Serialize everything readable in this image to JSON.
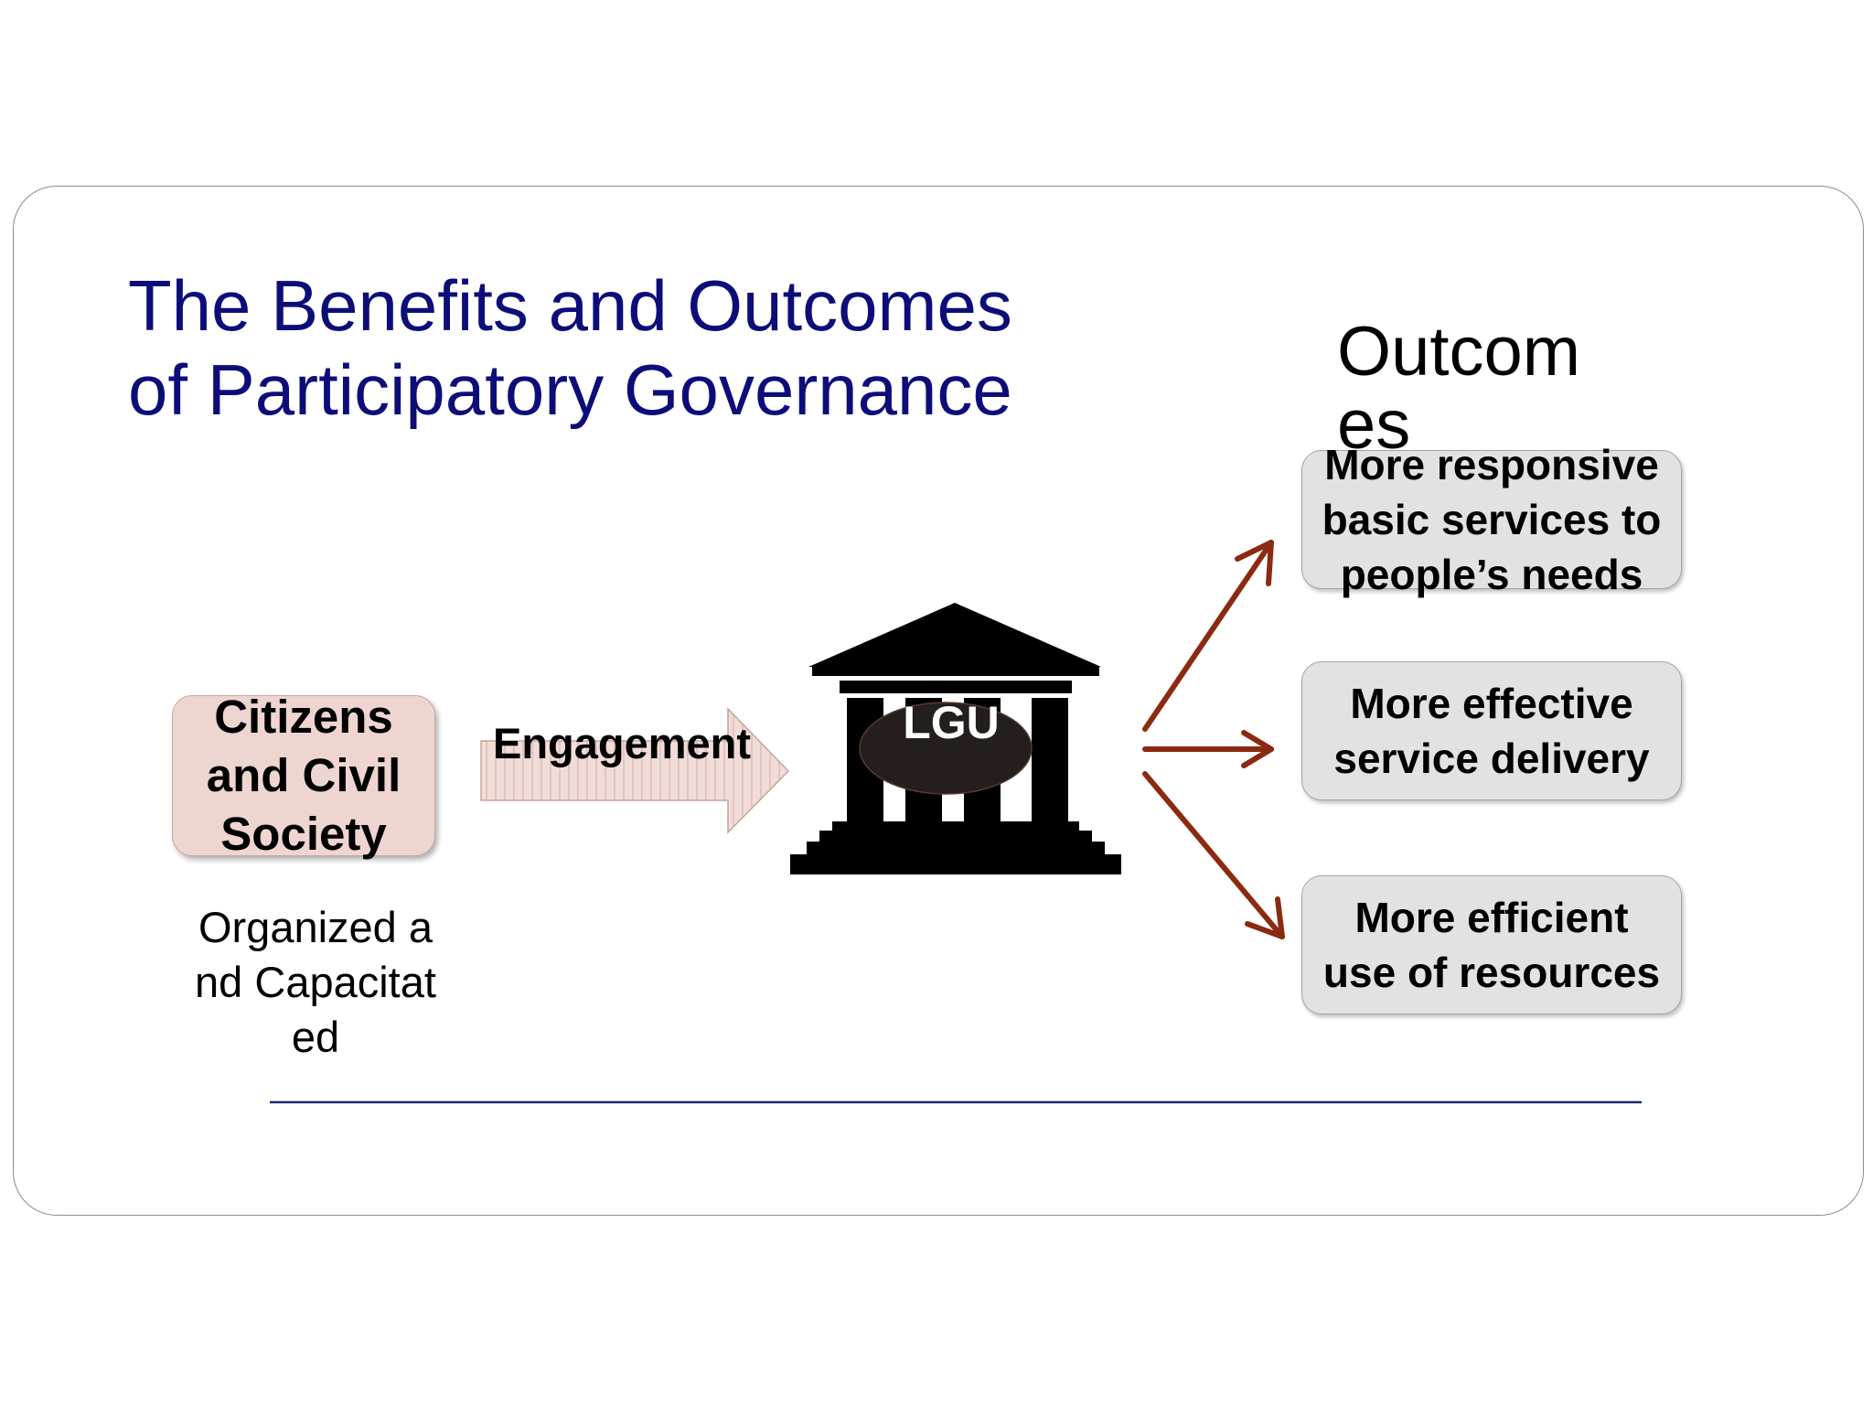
{
  "title": "The Benefits and Outcomes\nof Participatory Governance",
  "outcomes_heading": "Outcomes",
  "citizens_box": "Citizens and Civil Society",
  "engagement_label": "Engagement",
  "organized_label": "Organized and Capacitated",
  "lgu_label": "LGU",
  "outcomes": [
    "More responsive basic services to people’s needs",
    "More effective service delivery",
    "More efficient use of resources"
  ],
  "colors": {
    "title": "#0d0d7a",
    "arrow": "#8b2a10",
    "citizens_fill": "#eed5d0",
    "outcome_fill": "#e2e2e2",
    "rule_line": "#1a2a6e"
  }
}
